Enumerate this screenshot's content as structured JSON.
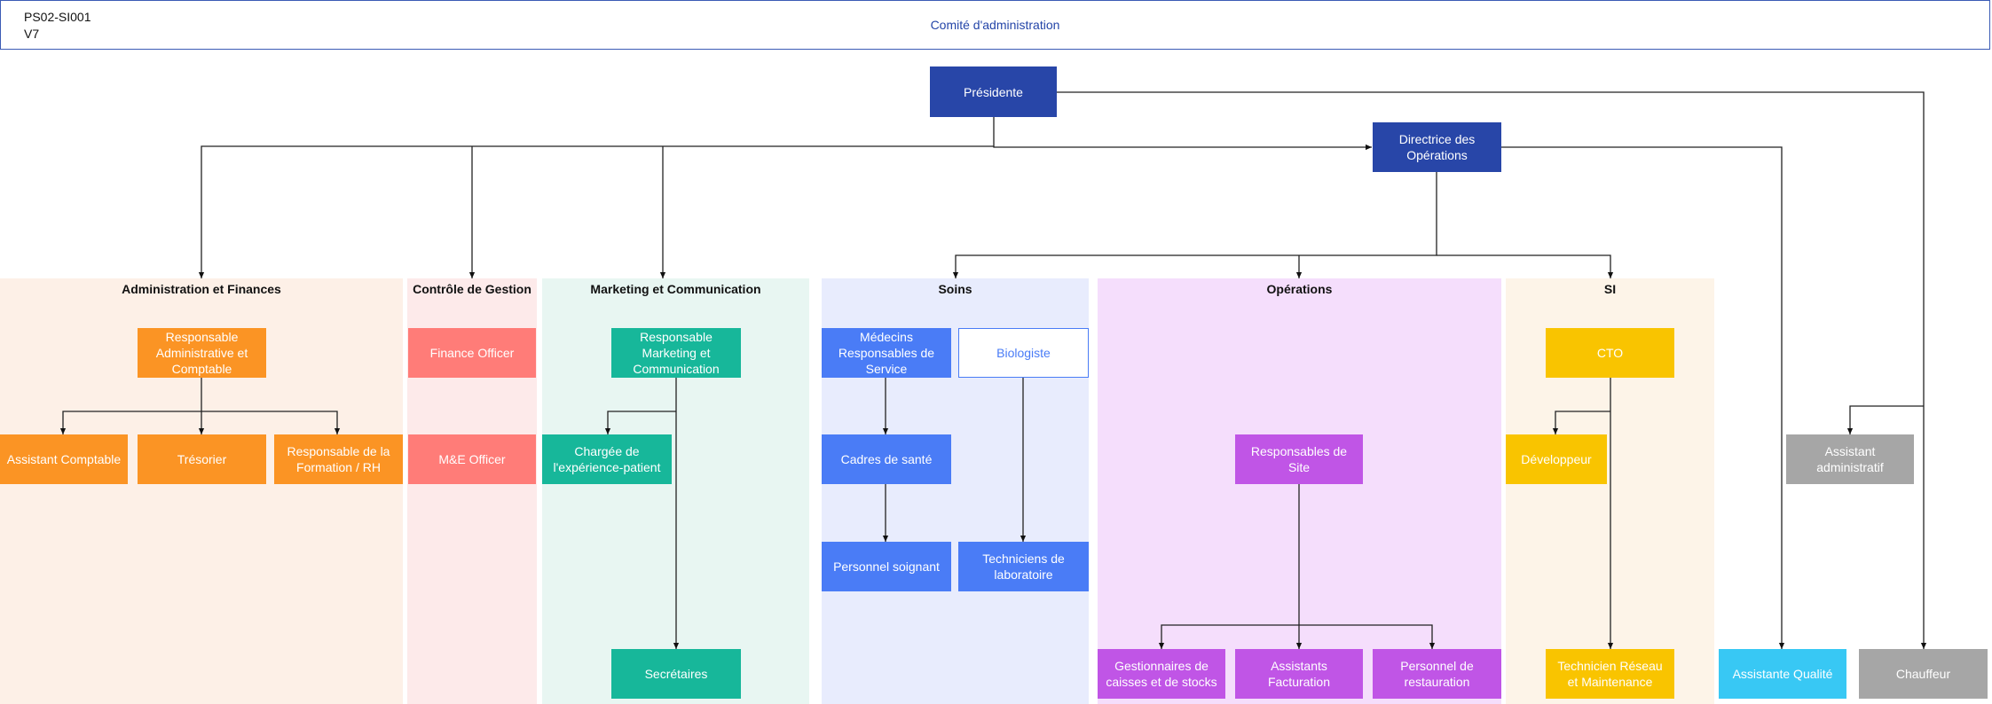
{
  "header": {
    "code": "PS02-SI001",
    "version": "V7",
    "title": "Comité d'administration"
  },
  "columns": {
    "admin": "Administration et Finances",
    "controle": "Contrôle de Gestion",
    "marketing": "Marketing et Communication",
    "soins": "Soins",
    "operations": "Opérations",
    "si": "SI"
  },
  "nodes": {
    "presidente": "Présidente",
    "directrice": "Directrice des Opérations",
    "resp_admin": "Responsable Administrative et Comptable",
    "assistant_comptable": "Assistant Comptable",
    "tresorier": "Trésorier",
    "resp_formation": "Responsable de la Formation / RH",
    "finance_officer": "Finance Officer",
    "me_officer": "M&E Officer",
    "resp_marketing": "Responsable Marketing et Communication",
    "chargee_experience": "Chargée de l'expérience-patient",
    "secretaires": "Secrétaires",
    "medecins": "Médecins Responsables de Service",
    "biologiste": "Biologiste",
    "cadres_sante": "Cadres de santé",
    "personnel_soignant": "Personnel soignant",
    "techniciens_labo": "Techniciens de laboratoire",
    "resp_site": "Responsables de Site",
    "gestionnaires": "Gestionnaires de caisses et de stocks",
    "assistants_facturation": "Assistants Facturation",
    "personnel_restauration": "Personnel de restauration",
    "cto": "CTO",
    "developpeur": "Développeur",
    "technicien_reseau": "Technicien Réseau et Maintenance",
    "assistant_admin": "Assistant administratif",
    "assistante_qualite": "Assistante Qualité",
    "chauffeur": "Chauffeur"
  },
  "colors": {
    "dark_blue": "#2846a8",
    "orange": "#fb9424",
    "salmon": "#ff7c78",
    "teal": "#17b79a",
    "blue": "#4a7cf6",
    "purple": "#c055e6",
    "yellow": "#f9c400",
    "grey": "#a6a6a6",
    "cyan": "#38c8f4"
  }
}
